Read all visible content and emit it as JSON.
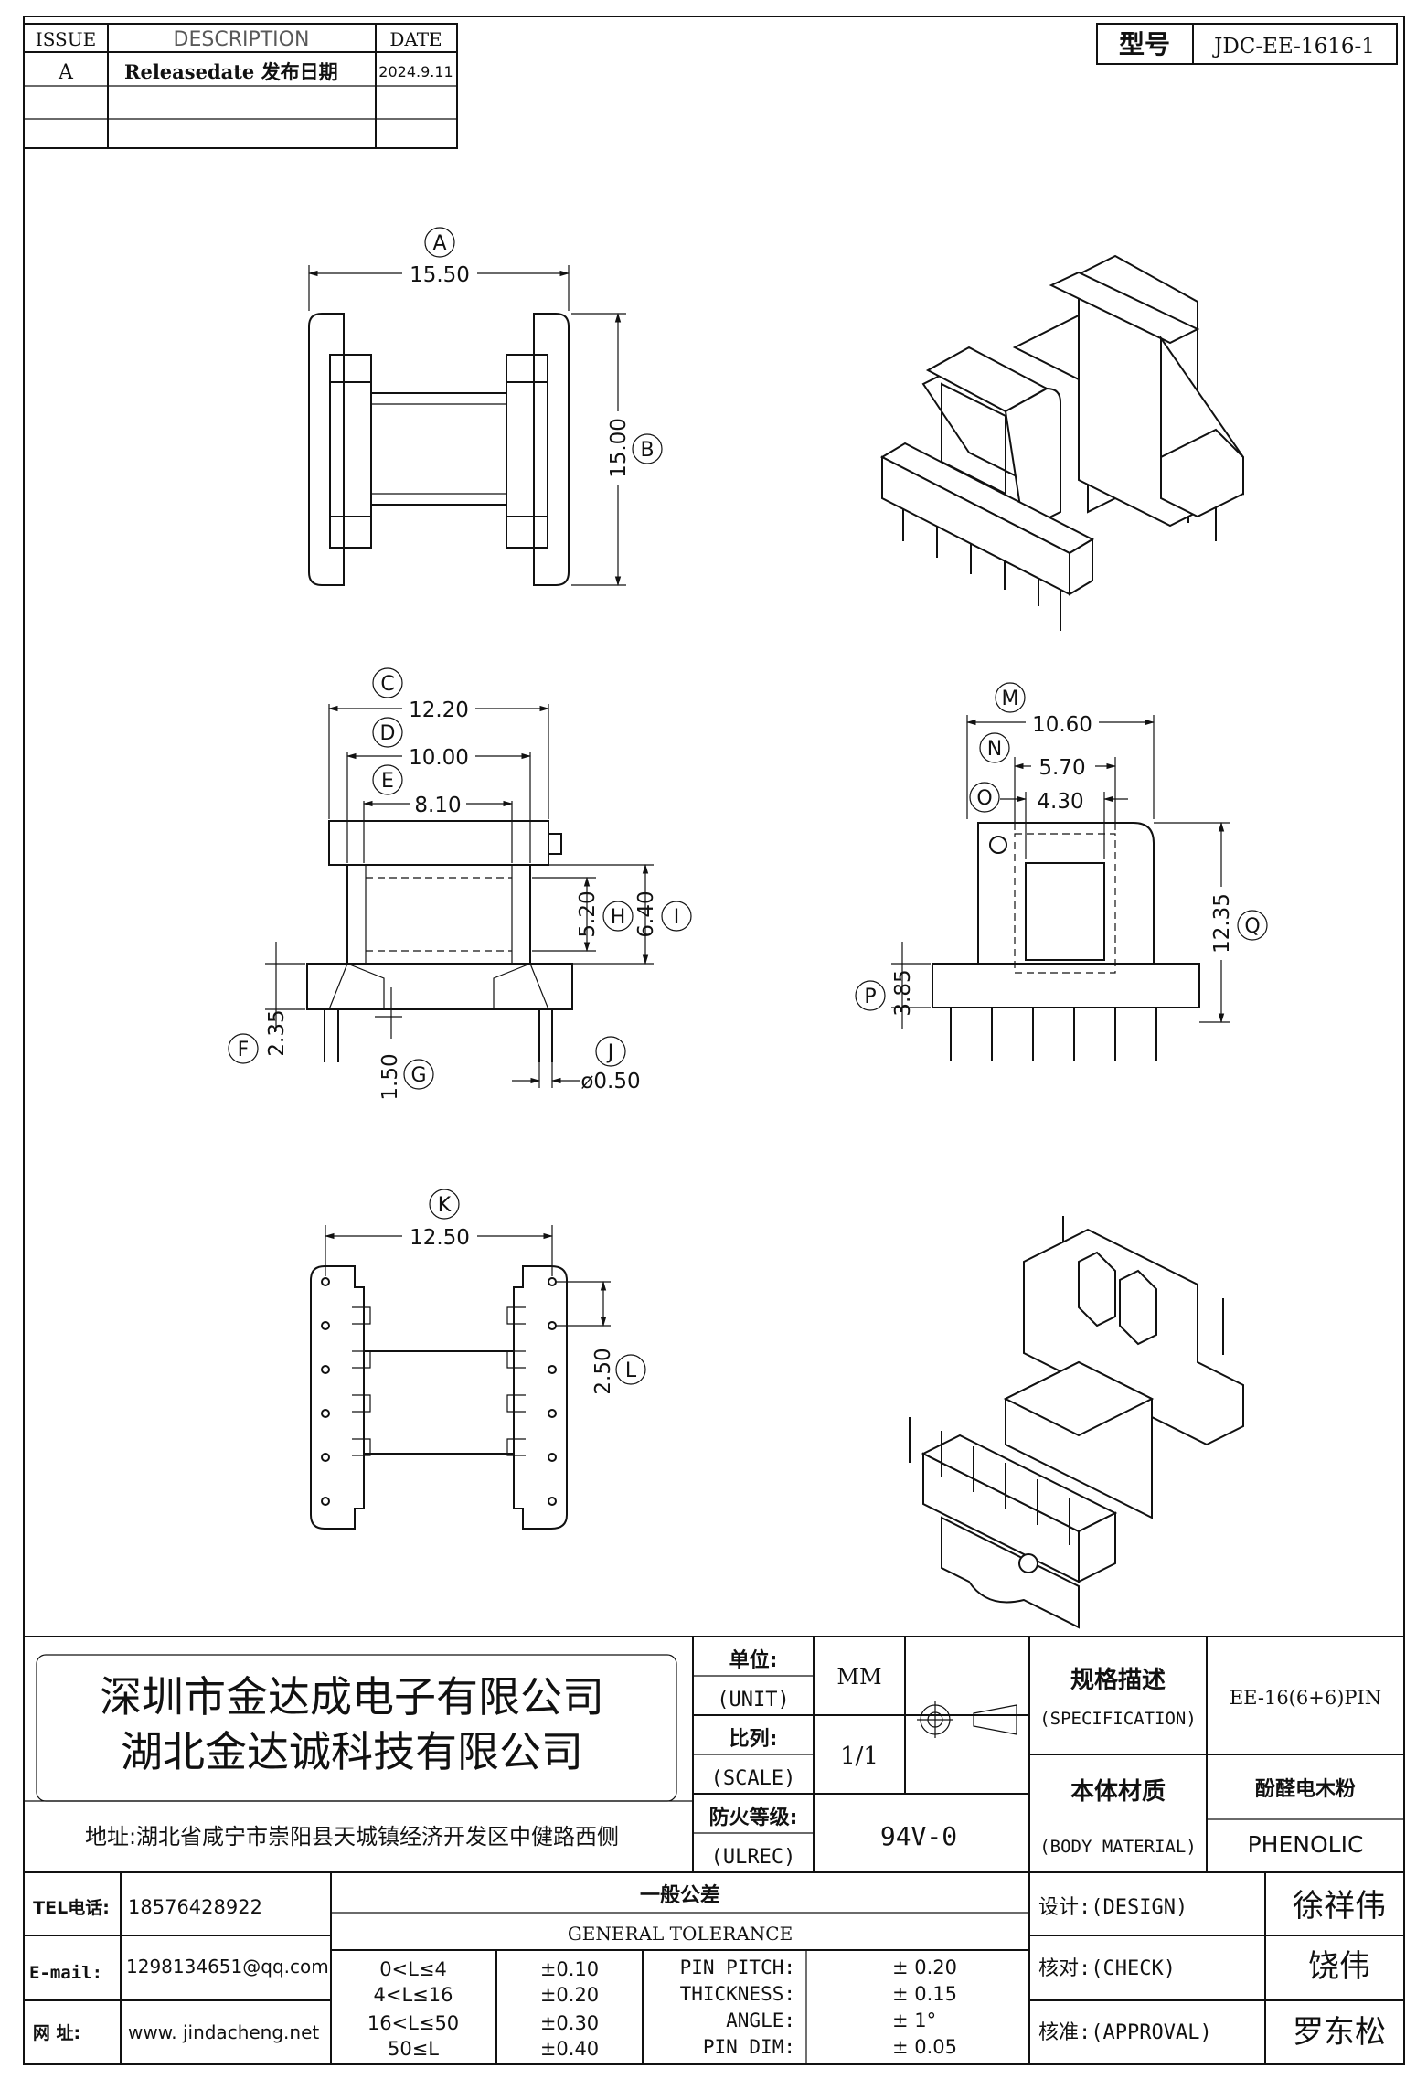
{
  "revision_table": {
    "headers": {
      "issue": "ISSUE",
      "description": "DESCRIPTION",
      "date": "DATE"
    },
    "rows": [
      {
        "issue": "A",
        "description": "Releasedate 发布日期",
        "date": "2024.9.11"
      },
      {
        "issue": "",
        "description": "",
        "date": ""
      },
      {
        "issue": "",
        "description": "",
        "date": ""
      }
    ]
  },
  "model": {
    "label": "型号",
    "value": "JDC-EE-1616-1"
  },
  "dimensions": {
    "A": {
      "letter": "A",
      "value": "15.50"
    },
    "B": {
      "letter": "B",
      "value": "15.00"
    },
    "C": {
      "letter": "C",
      "value": "12.20"
    },
    "D": {
      "letter": "D",
      "value": "10.00"
    },
    "E": {
      "letter": "E",
      "value": "8.10"
    },
    "F": {
      "letter": "F",
      "value": "2.35"
    },
    "G": {
      "letter": "G",
      "value": "1.50"
    },
    "H": {
      "letter": "H",
      "value": "5.20"
    },
    "I": {
      "letter": "I",
      "value": "6.40"
    },
    "J": {
      "letter": "J",
      "value": "ø0.50"
    },
    "K": {
      "letter": "K",
      "value": "12.50"
    },
    "L": {
      "letter": "L",
      "value": "2.50"
    },
    "M": {
      "letter": "M",
      "value": "10.60"
    },
    "N": {
      "letter": "N",
      "value": "5.70"
    },
    "O": {
      "letter": "O",
      "value": "4.30"
    },
    "P": {
      "letter": "P",
      "value": "3.85"
    },
    "Q": {
      "letter": "Q",
      "value": "12.35"
    }
  },
  "title_block": {
    "company_1": "深圳市金达成电子有限公司",
    "company_2": "湖北金达诚科技有限公司",
    "address": "地址:湖北省咸宁市崇阳县天城镇经济开发区中健路西侧",
    "unit_label_cn": "单位:",
    "unit_label_en": "(UNIT)",
    "unit_value": "MM",
    "scale_label_cn": "比列:",
    "scale_label_en": "(SCALE)",
    "scale_value": "1/1",
    "fire_label_cn": "防火等级:",
    "fire_label_en": "(ULREC)",
    "fire_value": "94V-0",
    "spec_label_cn": "规格描述",
    "spec_label_en": "(SPECIFICATION)",
    "spec_value": "EE-16(6+6)PIN",
    "material_label_cn": "本体材质",
    "material_label_en": "(BODY MATERIAL)",
    "material_value_cn": "酚醛电木粉",
    "material_value_en": "PHENOLIC",
    "tel_label": "TEL电话:",
    "tel_value": "18576428922",
    "email_label": "E-mail:",
    "email_value": "1298134651@qq.com",
    "web_label": "网  址:",
    "web_value": "www. jindacheng.net",
    "tolerance_title_cn": "一般公差",
    "tolerance_title_en": "GENERAL TOLERANCE",
    "tolerance_rows": [
      {
        "range": "0<L≤4",
        "tol": "±0.10",
        "item": "PIN PITCH:",
        "item_tol": "±  0.20"
      },
      {
        "range": "4<L≤16",
        "tol": "±0.20",
        "item": "THICKNESS:",
        "item_tol": "±  0.15"
      },
      {
        "range": "16<L≤50",
        "tol": "±0.30",
        "item": "ANGLE:",
        "item_tol": "±  1°"
      },
      {
        "range": "50≤L",
        "tol": "±0.40",
        "item": "PIN DIM:",
        "item_tol": "±  0.05"
      }
    ],
    "design_label": "设计:(DESIGN)",
    "design_value": "徐祥伟",
    "check_label": "核对:(CHECK)",
    "check_value": "饶伟",
    "approval_label": "核准:(APPROVAL)",
    "approval_value": "罗东松"
  }
}
